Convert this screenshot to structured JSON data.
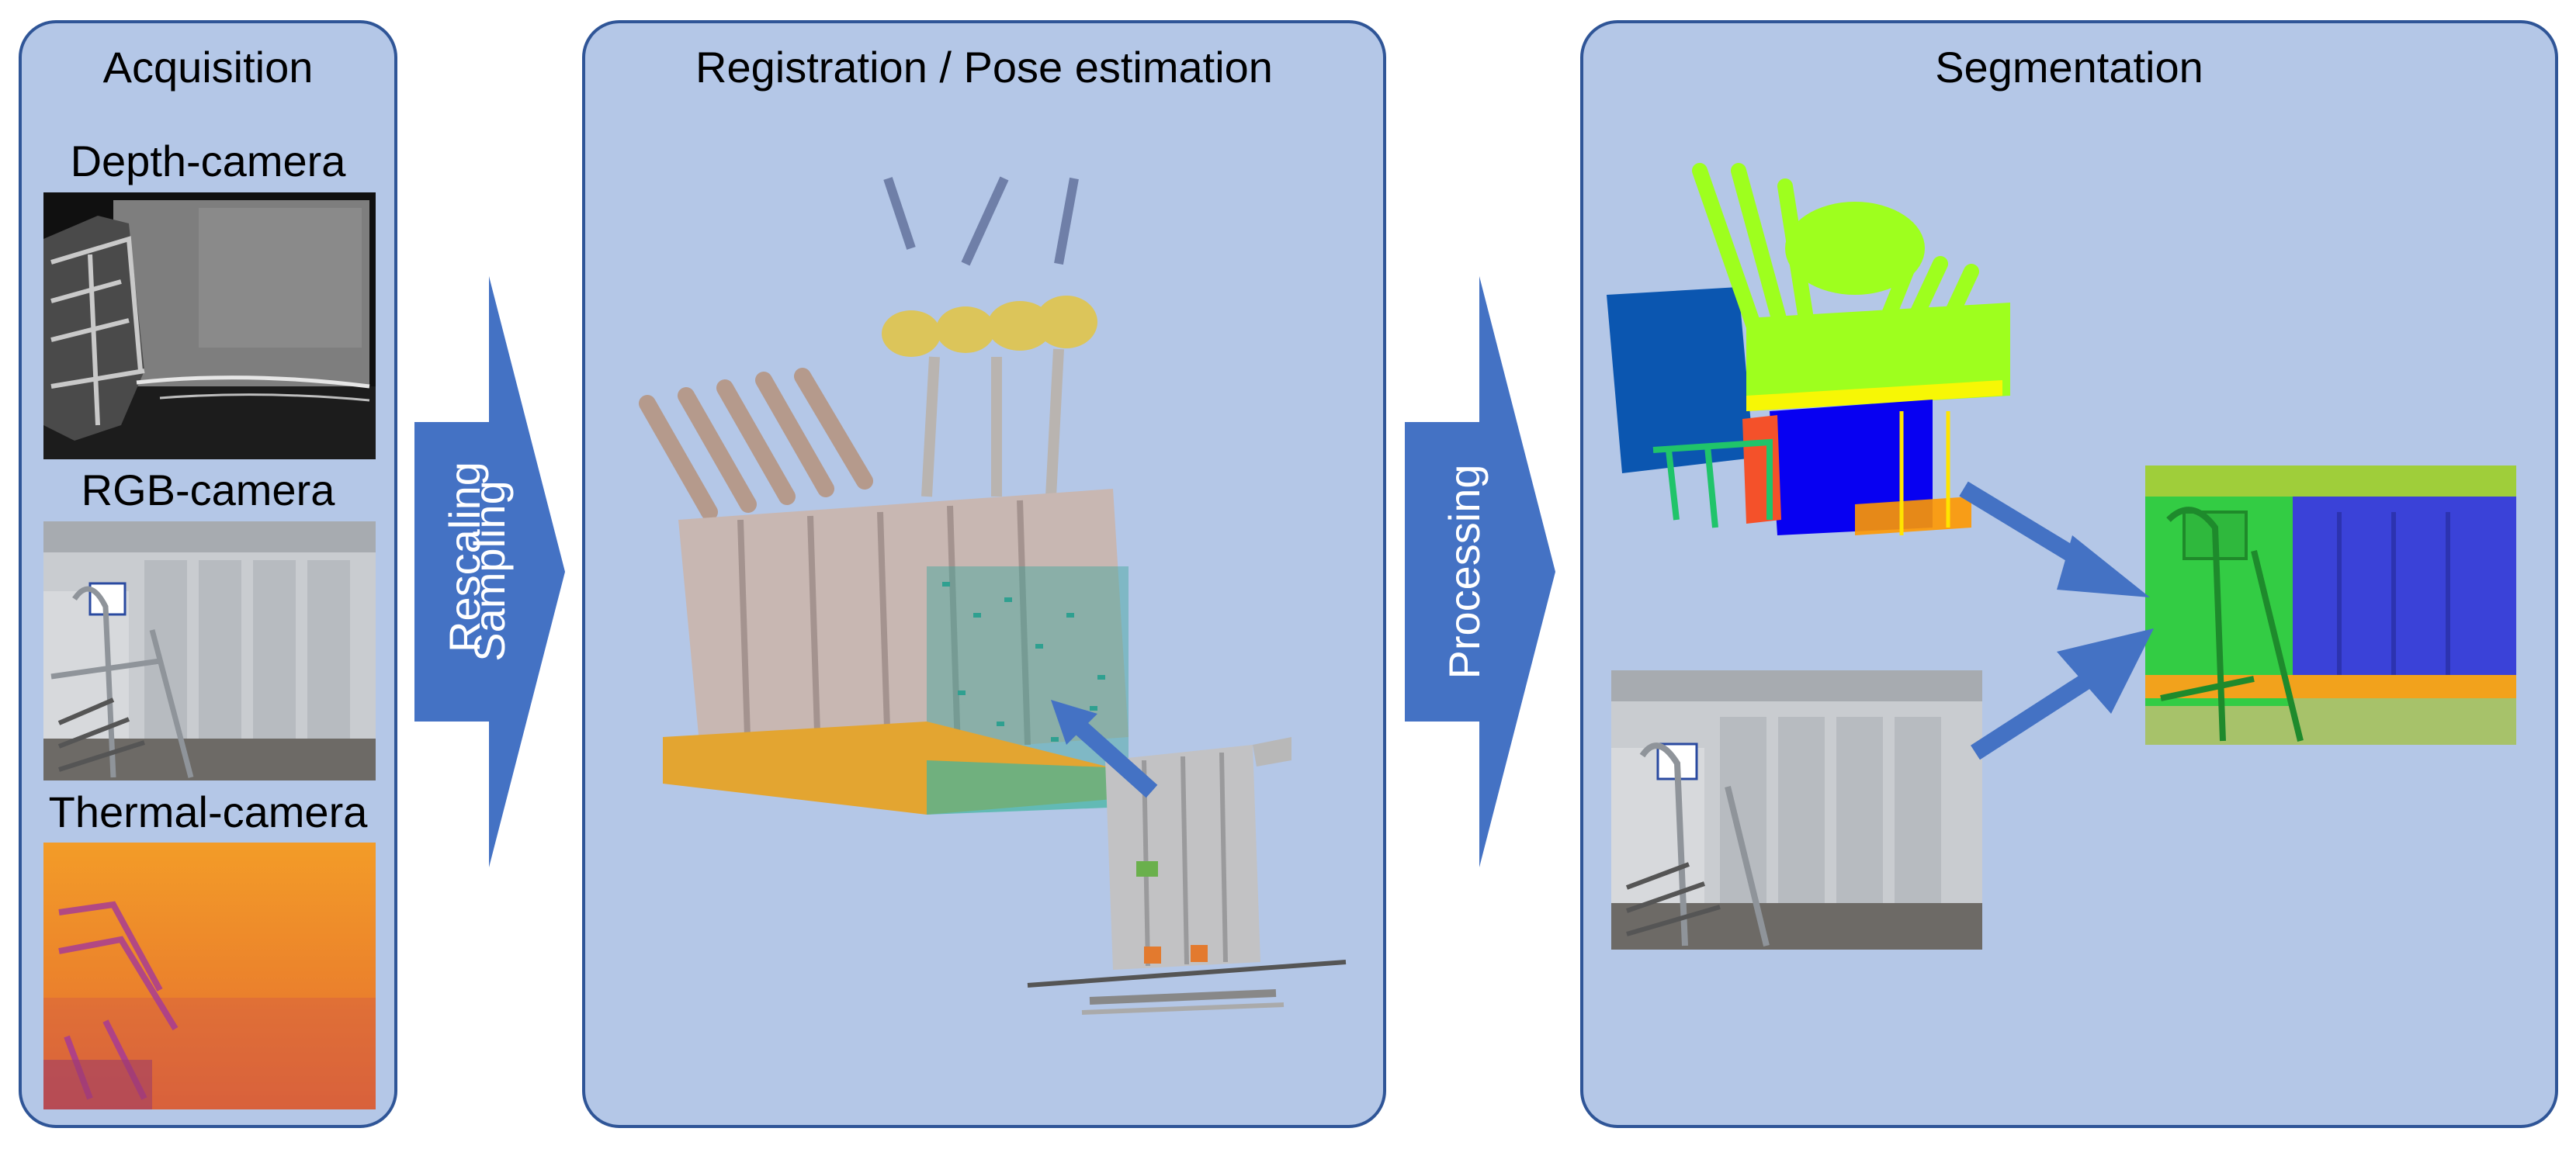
{
  "panels": {
    "acquisition": {
      "title": "Acquisition",
      "cameras": [
        {
          "label": "Depth-camera",
          "icon": "depth-image"
        },
        {
          "label": "RGB-camera",
          "icon": "rgb-image"
        },
        {
          "label": "Thermal-camera",
          "icon": "thermal-image"
        }
      ]
    },
    "registration": {
      "title": "Registration / Pose estimation"
    },
    "segmentation": {
      "title": "Segmentation"
    }
  },
  "arrows": {
    "preprocess": {
      "line1": "Rescaling",
      "line2": "Sampling"
    },
    "processing": {
      "label": "Processing"
    }
  },
  "colors": {
    "panel_fill": "#b4c7e7",
    "panel_border": "#2f5597",
    "arrow_fill": "#4472c4"
  }
}
